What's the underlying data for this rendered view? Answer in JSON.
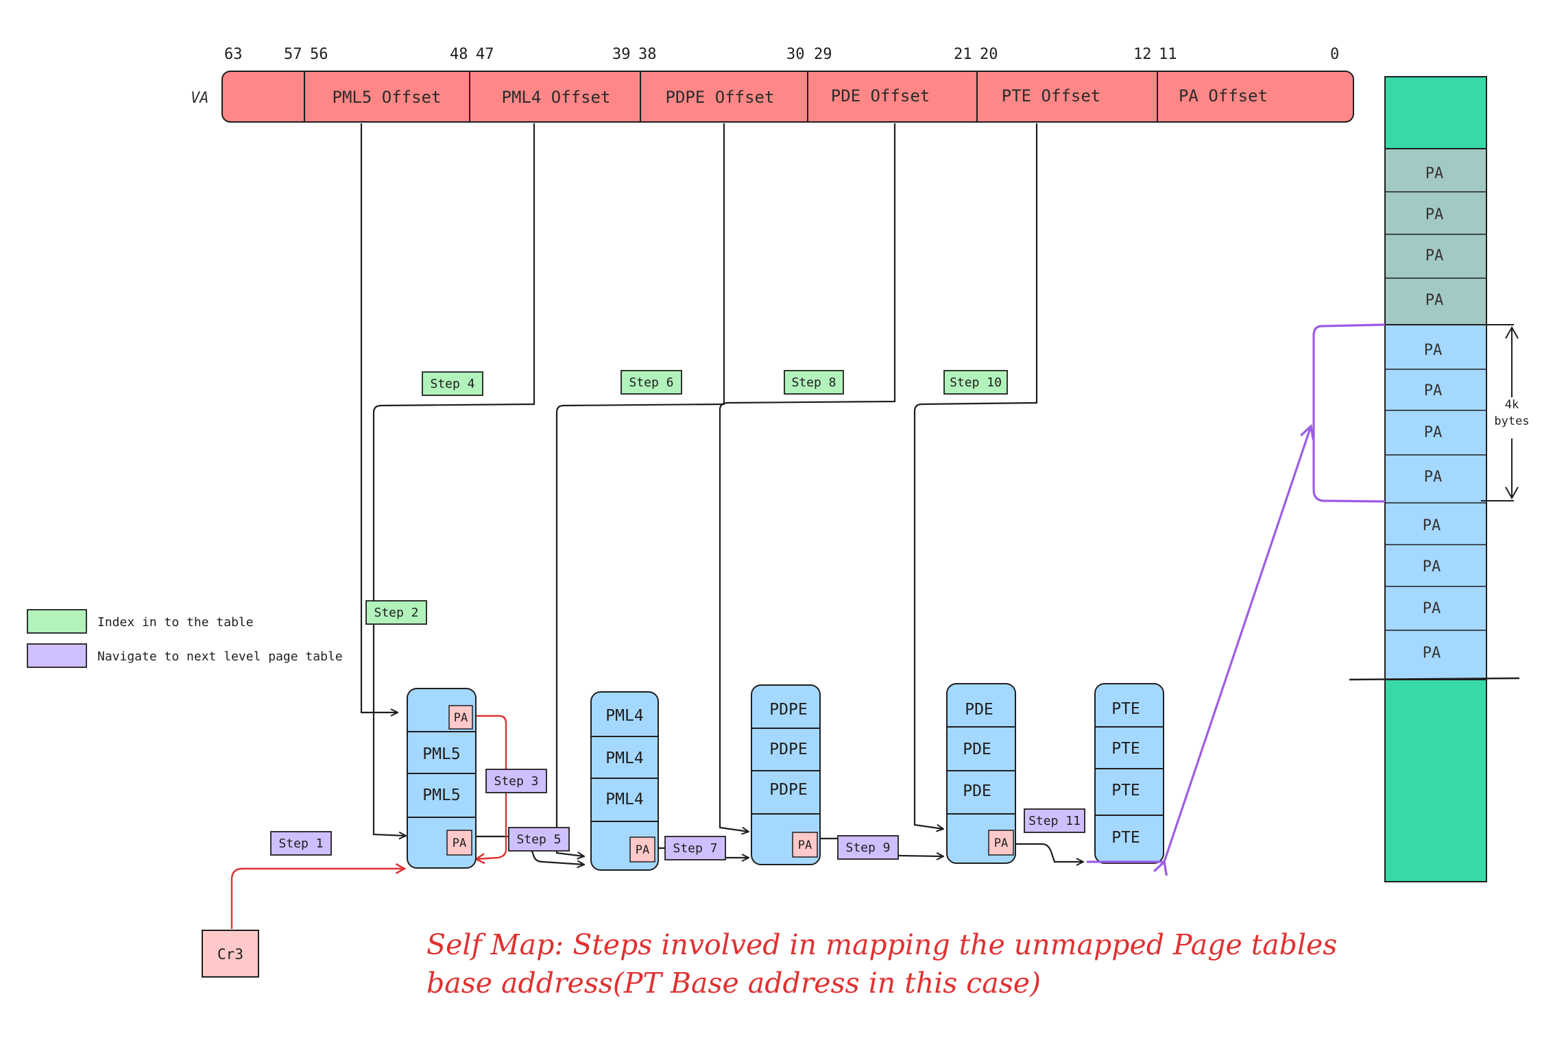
{
  "virtual_address": {
    "label": "VA",
    "bits": [
      "63",
      "57",
      "56",
      "48",
      "47",
      "39",
      "38",
      "30",
      "29",
      "21",
      "20",
      "12",
      "11",
      "0"
    ],
    "fields": [
      "PML5 Offset",
      "PML4 Offset",
      "PDPE Offset",
      "PDE Offset",
      "PTE Offset",
      "PA Offset"
    ]
  },
  "steps": {
    "step1": "Step 1",
    "step2": "Step 2",
    "step3": "Step 3",
    "step4": "Step 4",
    "step5": "Step 5",
    "step6": "Step 6",
    "step7": "Step 7",
    "step8": "Step 8",
    "step9": "Step 9",
    "step10": "Step 10",
    "step11": "Step 11"
  },
  "legend": [
    {
      "label": "Index in to the table",
      "color": "#b2f2bb"
    },
    {
      "label": "Navigate to next level page table",
      "color": "#d0bfff"
    }
  ],
  "tables": {
    "pml5": [
      "PA",
      "PML5",
      "PML5",
      "PA"
    ],
    "pml4": [
      "PML4",
      "PML4",
      "PML4",
      "PA"
    ],
    "pdpe": [
      "PDPE",
      "PDPE",
      "PDPE",
      "PA"
    ],
    "pde": [
      "PDE",
      "PDE",
      "PDE",
      "PA"
    ],
    "pte": [
      "PTE",
      "PTE",
      "PTE",
      "PTE"
    ]
  },
  "cr3": "Cr3",
  "memory": {
    "entries": [
      "PA",
      "PA",
      "PA",
      "PA",
      "PA",
      "PA",
      "PA",
      "PA",
      "PA",
      "PA",
      "PA",
      "PA"
    ],
    "size_label_1": "4k",
    "size_label_2": "bytes"
  },
  "caption": {
    "line1": "Self Map: Steps involved in mapping the unmapped Page tables",
    "line2": "base address(PT Base address in this case)"
  },
  "colors": {
    "va_bar": "#ff8787",
    "table_fill": "#a5d8ff",
    "pa_box": "#ffc9c9",
    "index_step": "#b2f2bb",
    "navigate_step": "#d0bfff",
    "memory_green": "#38d9a9",
    "memory_teal": "#a3c9c4",
    "memory_blue": "#a5d8ff",
    "caption": "#e03131",
    "arrow_red": "#e03131",
    "arrow_violet": "#9b5de5"
  }
}
